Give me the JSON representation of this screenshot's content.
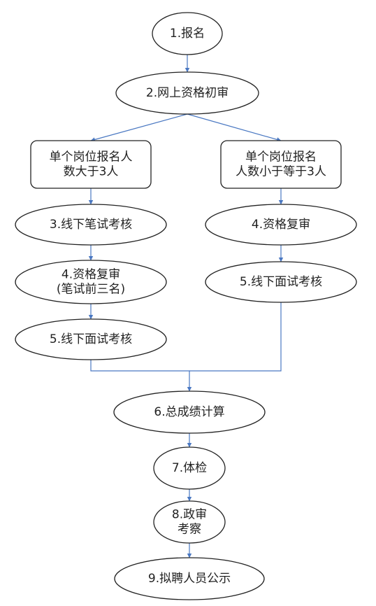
{
  "colors": {
    "connector": "#4a78c2",
    "node_border": "#222222",
    "text": "#222222",
    "background": "#ffffff"
  },
  "nodes": {
    "register": {
      "lines": [
        "1.报名"
      ]
    },
    "online_review": {
      "lines": [
        "2.网上资格初审"
      ]
    },
    "branch_more_than_3": {
      "lines": [
        "单个岗位报名人",
        "数大于3人"
      ]
    },
    "branch_3_or_less": {
      "lines": [
        "单个岗位报名",
        "人数小于等于3人"
      ]
    },
    "written_exam": {
      "lines": [
        "3.线下笔试考核"
      ]
    },
    "requalify_top3": {
      "lines": [
        "4.资格复审",
        "(笔试前三名)"
      ]
    },
    "interview_left": {
      "lines": [
        "5.线下面试考核"
      ]
    },
    "requalify_right": {
      "lines": [
        "4.资格复审"
      ]
    },
    "interview_right": {
      "lines": [
        "5.线下面试考核"
      ]
    },
    "total_score": {
      "lines": [
        "6.总成绩计算"
      ]
    },
    "medical_exam": {
      "lines": [
        "7.体检"
      ]
    },
    "political_review": {
      "lines": [
        "8.政审",
        "考察"
      ]
    },
    "publicity": {
      "lines": [
        "9.拟聘人员公示"
      ]
    }
  }
}
